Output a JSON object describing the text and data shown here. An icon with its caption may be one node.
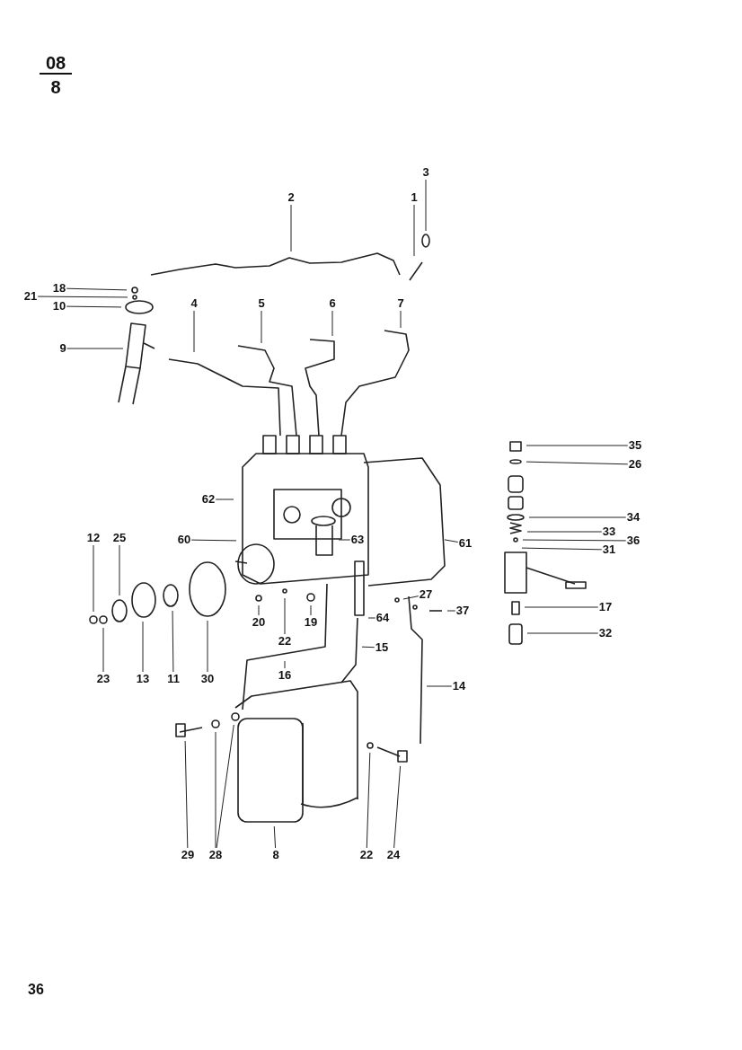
{
  "diagram": {
    "nodes": [
      {
        "text": [
          "3"
        ]
      },
      {
        "text": [
          "1"
        ]
      },
      {
        "text": [
          "2"
        ]
      },
      {
        "text": [
          "18"
        ]
      },
      {
        "text": [
          "21"
        ]
      },
      {
        "text": [
          "10"
        ]
      },
      {
        "text": [
          "4"
        ]
      },
      {
        "text": [
          "5"
        ]
      },
      {
        "text": [
          "6"
        ]
      },
      {
        "text": [
          "7"
        ]
      },
      {
        "text": [
          "9"
        ]
      },
      {
        "text": [
          "35"
        ]
      },
      {
        "text": [
          "26"
        ]
      },
      {
        "text": [
          "62"
        ]
      },
      {
        "text": [
          "34"
        ]
      },
      {
        "text": [
          "33"
        ]
      },
      {
        "text": [
          "36"
        ]
      },
      {
        "text": [
          "60"
        ]
      },
      {
        "text": [
          "63"
        ]
      },
      {
        "text": [
          "61"
        ]
      },
      {
        "text": [
          "31"
        ]
      },
      {
        "text": [
          "12"
        ]
      },
      {
        "text": [
          "25"
        ]
      },
      {
        "text": [
          "20"
        ]
      },
      {
        "text": [
          "19"
        ]
      },
      {
        "text": [
          "22"
        ]
      },
      {
        "text": [
          "27"
        ]
      },
      {
        "text": [
          "37"
        ]
      },
      {
        "text": [
          "64"
        ]
      },
      {
        "text": [
          "17"
        ]
      },
      {
        "text": [
          "32"
        ]
      },
      {
        "text": [
          "15"
        ]
      },
      {
        "text": [
          "16"
        ]
      },
      {
        "text": [
          "23"
        ]
      },
      {
        "text": [
          "13"
        ]
      },
      {
        "text": [
          "11"
        ]
      },
      {
        "text": [
          "30"
        ]
      },
      {
        "text": [
          "14"
        ]
      },
      {
        "text": [
          "29"
        ]
      },
      {
        "text": [
          "28"
        ]
      },
      {
        "text": [
          "8"
        ]
      },
      {
        "text": [
          "22"
        ]
      },
      {
        "text": [
          "24"
        ]
      }
    ],
    "edges": [
      {
        "from": 0,
        "to": null,
        "arrow": "none"
      },
      {
        "from": 1,
        "to": null,
        "arrow": "none"
      },
      {
        "from": 2,
        "to": null,
        "arrow": "none"
      },
      {
        "from": 3,
        "to": null,
        "arrow": "none"
      },
      {
        "from": 4,
        "to": null,
        "arrow": "none"
      },
      {
        "from": 5,
        "to": null,
        "arrow": "none"
      },
      {
        "from": 6,
        "to": null,
        "arrow": "none"
      },
      {
        "from": 7,
        "to": null,
        "arrow": "none"
      },
      {
        "from": 8,
        "to": null,
        "arrow": "none"
      },
      {
        "from": 9,
        "to": null,
        "arrow": "none"
      },
      {
        "from": 10,
        "to": null,
        "arrow": "none"
      },
      {
        "from": 11,
        "to": null,
        "arrow": "none"
      },
      {
        "from": 12,
        "to": null,
        "arrow": "none"
      },
      {
        "from": 13,
        "to": null,
        "arrow": "none"
      },
      {
        "from": 14,
        "to": null,
        "arrow": "none"
      },
      {
        "from": 15,
        "to": null,
        "arrow": "none"
      },
      {
        "from": 16,
        "to": null,
        "arrow": "none"
      },
      {
        "from": 17,
        "to": null,
        "arrow": "none"
      },
      {
        "from": 18,
        "to": null,
        "arrow": "none"
      },
      {
        "from": 19,
        "to": null,
        "arrow": "none"
      },
      {
        "from": 20,
        "to": null,
        "arrow": "none"
      },
      {
        "from": 21,
        "to": null,
        "arrow": "none"
      },
      {
        "from": 22,
        "to": null,
        "arrow": "none"
      },
      {
        "from": 23,
        "to": null,
        "arrow": "none"
      },
      {
        "from": 24,
        "to": null,
        "arrow": "none"
      },
      {
        "from": 25,
        "to": null,
        "arrow": "none"
      },
      {
        "from": 26,
        "to": null,
        "arrow": "none"
      },
      {
        "from": 27,
        "to": null,
        "arrow": "none"
      },
      {
        "from": 28,
        "to": null,
        "arrow": "none"
      },
      {
        "from": 29,
        "to": null,
        "arrow": "none"
      },
      {
        "from": 30,
        "to": null,
        "arrow": "none"
      },
      {
        "from": 31,
        "to": null,
        "arrow": "none"
      },
      {
        "from": 32,
        "to": null,
        "arrow": "none"
      },
      {
        "from": 33,
        "to": null,
        "arrow": "none"
      },
      {
        "from": 34,
        "to": null,
        "arrow": "none"
      },
      {
        "from": 35,
        "to": null,
        "arrow": "none"
      },
      {
        "from": 36,
        "to": null,
        "arrow": "none"
      },
      {
        "from": 37,
        "to": null,
        "arrow": "none"
      },
      {
        "from": 38,
        "to": null,
        "arrow": "none"
      },
      {
        "from": 39,
        "to": null,
        "arrow": "none"
      },
      {
        "from": 39,
        "to": null,
        "arrow": "none"
      },
      {
        "from": 40,
        "to": null,
        "arrow": "none"
      },
      {
        "from": 41,
        "to": null,
        "arrow": "none"
      },
      {
        "from": 42,
        "to": null,
        "arrow": "none"
      }
    ],
    "labels": [
      "08",
      "8",
      "36"
    ]
  }
}
